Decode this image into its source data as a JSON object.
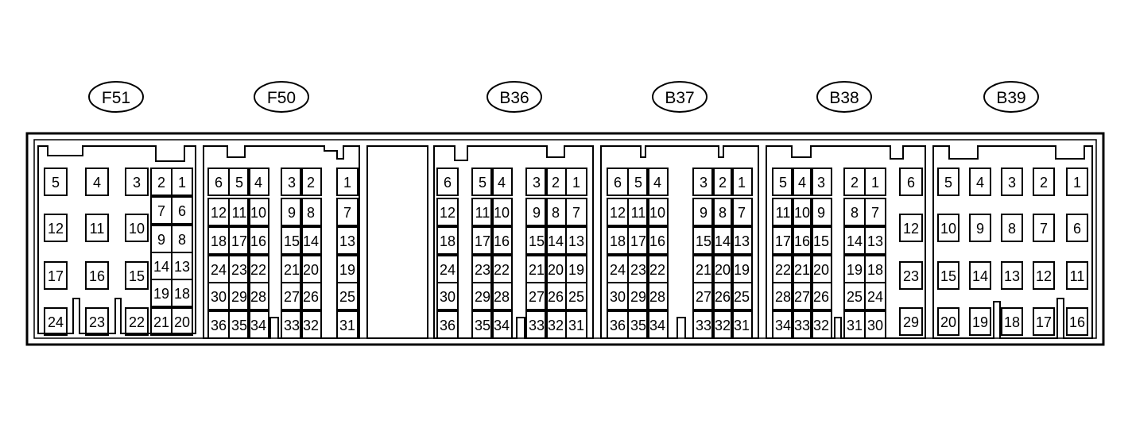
{
  "connectors": [
    {
      "id": "F51",
      "label": "F51",
      "pins": [
        "5",
        "4",
        "3",
        "2",
        "1",
        "7",
        "6",
        "12",
        "11",
        "10",
        "9",
        "8",
        "14",
        "13",
        "17",
        "16",
        "15",
        "19",
        "18",
        "24",
        "23",
        "22",
        "21",
        "20"
      ]
    },
    {
      "id": "F50",
      "label": "F50",
      "pins": [
        "6",
        "5",
        "4",
        "3",
        "2",
        "1",
        "12",
        "11",
        "10",
        "9",
        "8",
        "7",
        "18",
        "17",
        "16",
        "15",
        "14",
        "13",
        "24",
        "23",
        "22",
        "21",
        "20",
        "19",
        "30",
        "29",
        "28",
        "27",
        "26",
        "25",
        "36",
        "35",
        "34",
        "33",
        "32",
        "31"
      ]
    },
    {
      "id": "B36",
      "label": "B36",
      "pins": [
        "6",
        "5",
        "4",
        "3",
        "2",
        "1",
        "12",
        "11",
        "10",
        "9",
        "8",
        "7",
        "18",
        "17",
        "16",
        "15",
        "14",
        "13",
        "24",
        "23",
        "22",
        "21",
        "20",
        "19",
        "30",
        "29",
        "28",
        "27",
        "26",
        "25",
        "36",
        "35",
        "34",
        "33",
        "32",
        "31"
      ]
    },
    {
      "id": "B37",
      "label": "B37",
      "pins": [
        "6",
        "5",
        "4",
        "3",
        "2",
        "1",
        "12",
        "11",
        "10",
        "9",
        "8",
        "7",
        "18",
        "17",
        "16",
        "15",
        "14",
        "13",
        "24",
        "23",
        "22",
        "21",
        "20",
        "19",
        "30",
        "29",
        "28",
        "27",
        "26",
        "25",
        "36",
        "35",
        "34",
        "33",
        "32",
        "31"
      ]
    },
    {
      "id": "B38",
      "label": "B38",
      "pins": [
        "5",
        "4",
        "3",
        "2",
        "1",
        "6",
        "11",
        "10",
        "9",
        "8",
        "7",
        "12",
        "17",
        "16",
        "15",
        "14",
        "13",
        "22",
        "21",
        "20",
        "19",
        "18",
        "23",
        "28",
        "27",
        "26",
        "25",
        "24",
        "34",
        "33",
        "32",
        "31",
        "30",
        "29"
      ]
    },
    {
      "id": "B39",
      "label": "B39",
      "pins": [
        "5",
        "4",
        "3",
        "2",
        "1",
        "10",
        "9",
        "8",
        "7",
        "6",
        "15",
        "14",
        "13",
        "12",
        "11",
        "20",
        "19",
        "18",
        "17",
        "16"
      ]
    }
  ]
}
